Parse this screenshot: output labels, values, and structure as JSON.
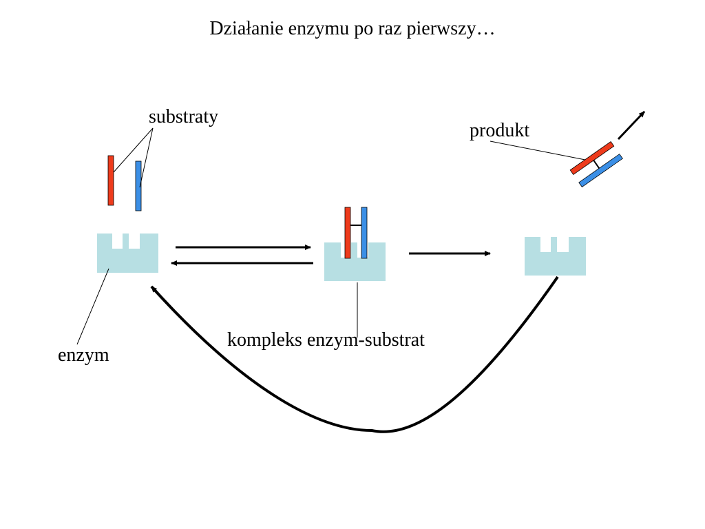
{
  "slide": {
    "title": "Działanie enzymu po raz pierwszy…"
  },
  "labels": {
    "substrates": "substraty",
    "product": "produkt",
    "enzyme": "enzym",
    "complex": "kompleks enzym-substrat"
  },
  "colors": {
    "enzyme": "#b7dfe3",
    "substrate_red": "#ee3b1c",
    "substrate_blue": "#3b8fe6",
    "outline": "#000000",
    "background": "#ffffff"
  }
}
